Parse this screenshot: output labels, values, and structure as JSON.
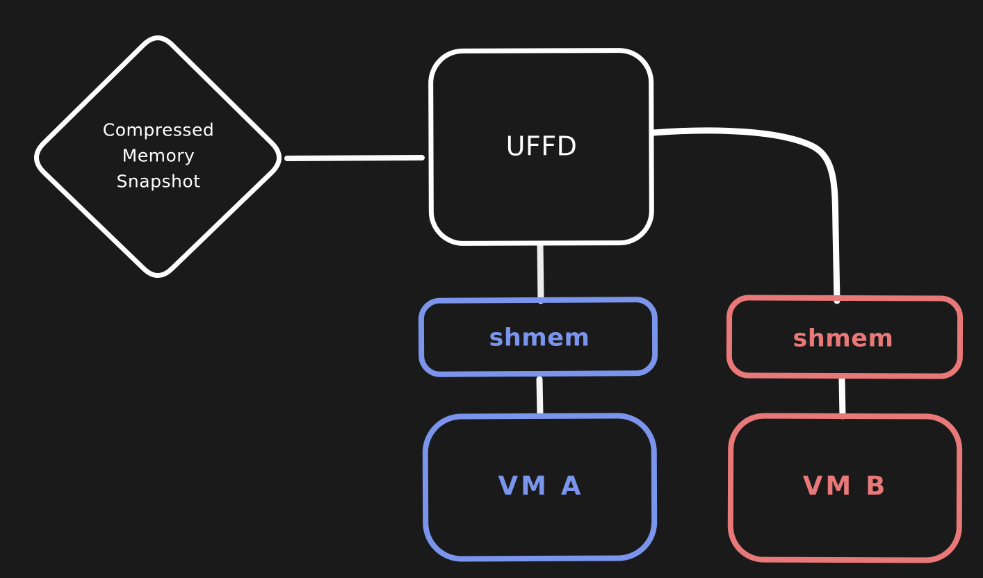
{
  "diagram": {
    "title": "UFFD shared-memory snapshot restore diagram",
    "background_color": "#1a1a1a",
    "palette": {
      "white_stroke": "#ffffff",
      "blue_stroke": "#7b94ec",
      "red_stroke": "#e97878",
      "connector_stroke": "#f0f0f0"
    },
    "nodes": {
      "snapshot": {
        "label": "Compressed\nMemory\nSnapshot",
        "shape": "diamond",
        "stroke": "#ffffff"
      },
      "uffd": {
        "label": "UFFD",
        "shape": "rounded-rectangle",
        "stroke": "#ffffff"
      },
      "shmem_a": {
        "label": "shmem",
        "shape": "rounded-rectangle",
        "stroke": "#7b94ec"
      },
      "shmem_b": {
        "label": "shmem",
        "shape": "rounded-rectangle",
        "stroke": "#e97878"
      },
      "vm_a": {
        "label": "VM A",
        "shape": "rounded-rectangle",
        "stroke": "#7b94ec"
      },
      "vm_b": {
        "label": "VM B",
        "shape": "rounded-rectangle",
        "stroke": "#e97878"
      }
    },
    "edges": [
      {
        "from": "snapshot",
        "to": "uffd",
        "color": "#fafafa"
      },
      {
        "from": "uffd",
        "to": "shmem_b",
        "color": "#fdfdfd"
      },
      {
        "from": "uffd",
        "to": "shmem_a",
        "color": "#ececec"
      },
      {
        "from": "shmem_a",
        "to": "vm_a",
        "color": "#f5f5f5"
      },
      {
        "from": "shmem_b",
        "to": "vm_b",
        "color": "#ffffff"
      }
    ]
  }
}
